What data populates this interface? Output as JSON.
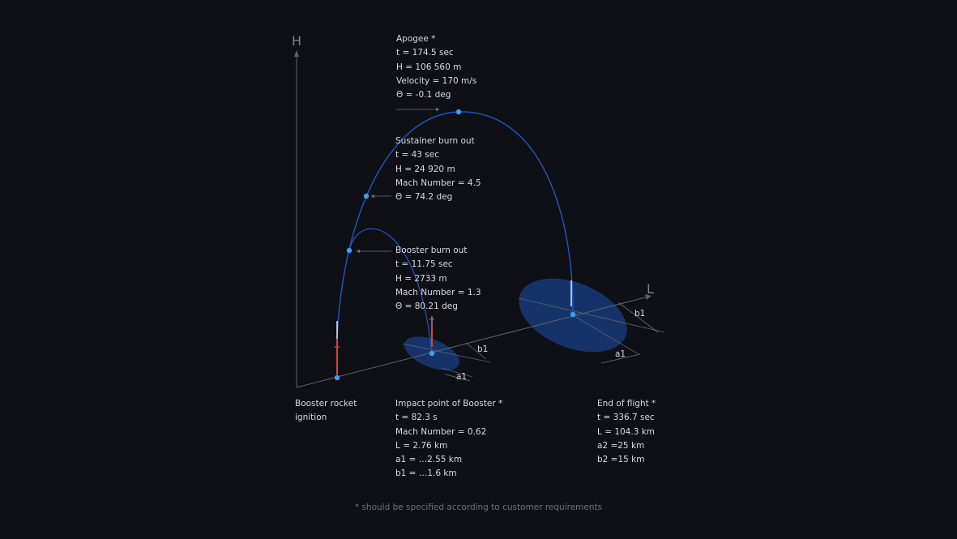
{
  "axes": {
    "vertical": "H",
    "horizontal": "L"
  },
  "apogee": {
    "title": "Apogee *",
    "lines": [
      "t = 174.5 sec",
      "H = 106 560 m",
      "Velocity = 170 m/s",
      "Θ = -0.1 deg"
    ]
  },
  "sustainer_burn_out": {
    "title": "Sustainer burn out",
    "lines": [
      "t = 43 sec",
      "H = 24 920 m",
      "Mach Number = 4.5",
      "Θ = 74.2 deg"
    ]
  },
  "booster_burn_out": {
    "title": "Booster burn out",
    "lines": [
      "t = 11.75 sec",
      "H = 2733 m",
      "Mach Number = 1.3",
      "Θ = 80.21 deg"
    ]
  },
  "booster_ignition": {
    "lines": [
      "Booster rocket",
      "ignition"
    ]
  },
  "impact_point": {
    "title": "Impact point of Booster *",
    "lines": [
      "t = 82.3 s",
      "Mach Number = 0.62",
      "L = 2.76 km",
      "a1 = …2.55 km",
      "b1 = …1.6 km"
    ]
  },
  "end_of_flight": {
    "title": "End of flight *",
    "lines": [
      "t = 336.7 sec",
      "L = 104.3 km",
      "a2 =25 km",
      "b2 =15 km"
    ]
  },
  "dimensions": {
    "small_a": "a1",
    "small_b": "b1",
    "large_a": "a1",
    "large_b": "b1"
  },
  "footnote": "* should be specified according to customer requirements",
  "colors": {
    "background": "#0f1016",
    "trajectory": "#1f56c2",
    "point": "#3d9ef0",
    "ellipse": "#163a78",
    "axis": "#5d6170",
    "rocket_body": "#c94444"
  }
}
